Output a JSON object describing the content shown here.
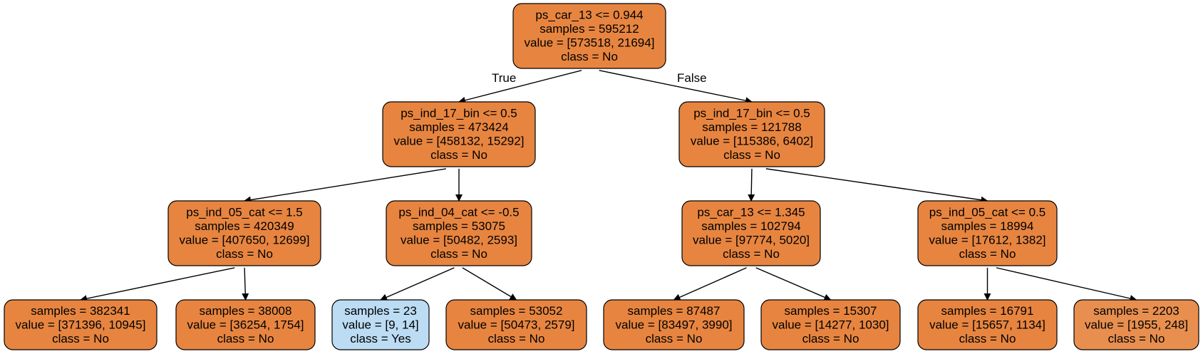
{
  "edge_labels": {
    "true_label": "True",
    "false_label": "False"
  },
  "colors": {
    "no_fill": "#e78540",
    "no_fill_light": "#e88f4f",
    "yes_fill": "#bcdcf4",
    "stroke": "#000000",
    "edge": "#000000"
  },
  "nodes": [
    {
      "id": "n0",
      "lines": [
        "ps_car_13 <= 0.944",
        "samples = 595212",
        "value = [573518, 21694]",
        "class = No"
      ],
      "class": "No"
    },
    {
      "id": "n1",
      "lines": [
        "ps_ind_17_bin <= 0.5",
        "samples = 473424",
        "value = [458132, 15292]",
        "class = No"
      ],
      "class": "No"
    },
    {
      "id": "n2",
      "lines": [
        "ps_ind_17_bin <= 0.5",
        "samples = 121788",
        "value = [115386, 6402]",
        "class = No"
      ],
      "class": "No"
    },
    {
      "id": "n3",
      "lines": [
        "ps_ind_05_cat <= 1.5",
        "samples = 420349",
        "value = [407650, 12699]",
        "class = No"
      ],
      "class": "No"
    },
    {
      "id": "n4",
      "lines": [
        "ps_ind_04_cat <= -0.5",
        "samples = 53075",
        "value = [50482, 2593]",
        "class = No"
      ],
      "class": "No"
    },
    {
      "id": "n5",
      "lines": [
        "ps_car_13 <= 1.345",
        "samples = 102794",
        "value = [97774, 5020]",
        "class = No"
      ],
      "class": "No"
    },
    {
      "id": "n6",
      "lines": [
        "ps_ind_05_cat <= 0.5",
        "samples = 18994",
        "value = [17612, 1382]",
        "class = No"
      ],
      "class": "No"
    },
    {
      "id": "n7",
      "lines": [
        "samples = 382341",
        "value = [371396, 10945]",
        "class = No"
      ],
      "class": "No"
    },
    {
      "id": "n8",
      "lines": [
        "samples = 38008",
        "value = [36254, 1754]",
        "class = No"
      ],
      "class": "No"
    },
    {
      "id": "n9",
      "lines": [
        "samples = 23",
        "value = [9, 14]",
        "class = Yes"
      ],
      "class": "Yes"
    },
    {
      "id": "n10",
      "lines": [
        "samples = 53052",
        "value = [50473, 2579]",
        "class = No"
      ],
      "class": "No"
    },
    {
      "id": "n11",
      "lines": [
        "samples = 87487",
        "value = [83497, 3990]",
        "class = No"
      ],
      "class": "No"
    },
    {
      "id": "n12",
      "lines": [
        "samples = 15307",
        "value = [14277, 1030]",
        "class = No"
      ],
      "class": "No"
    },
    {
      "id": "n13",
      "lines": [
        "samples = 16791",
        "value = [15657, 1134]",
        "class = No"
      ],
      "class": "No"
    },
    {
      "id": "n14",
      "lines": [
        "samples = 2203",
        "value = [1955, 248]",
        "class = No"
      ],
      "class": "No",
      "lighter": true
    }
  ],
  "edges": [
    {
      "from": "n0",
      "to": "n1"
    },
    {
      "from": "n0",
      "to": "n2"
    },
    {
      "from": "n1",
      "to": "n3"
    },
    {
      "from": "n1",
      "to": "n4"
    },
    {
      "from": "n2",
      "to": "n5"
    },
    {
      "from": "n2",
      "to": "n6"
    },
    {
      "from": "n3",
      "to": "n7"
    },
    {
      "from": "n3",
      "to": "n8"
    },
    {
      "from": "n4",
      "to": "n9"
    },
    {
      "from": "n4",
      "to": "n10"
    },
    {
      "from": "n5",
      "to": "n11"
    },
    {
      "from": "n5",
      "to": "n12"
    },
    {
      "from": "n6",
      "to": "n13"
    },
    {
      "from": "n6",
      "to": "n14"
    }
  ]
}
